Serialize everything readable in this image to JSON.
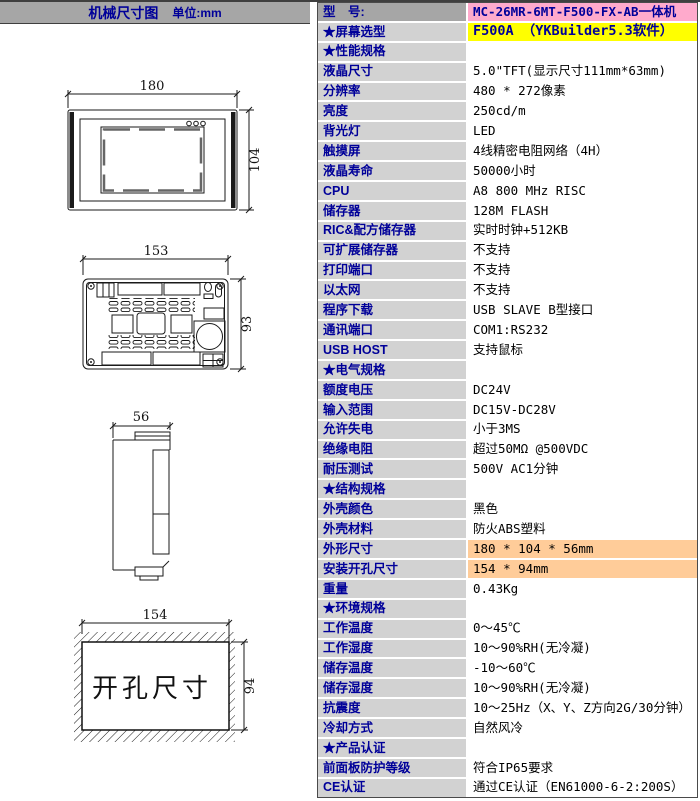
{
  "colors": {
    "header_gray": "#a6a6a6",
    "label_gray": "#d2d2d2",
    "navy": "#000099",
    "pink": "#ffaacc",
    "yellow": "#ffff00",
    "orange": "#ffcc99"
  },
  "left_panel": {
    "header": {
      "title": "机械尺寸图",
      "unit_label": "单位:mm"
    },
    "drawings": {
      "front": {
        "width_dim": "180",
        "height_dim": "104"
      },
      "rear": {
        "width_dim": "153",
        "height_dim": "93"
      },
      "side": {
        "depth_dim": "56"
      },
      "cutout": {
        "width_dim": "154",
        "height_dim": "94",
        "label": "开孔尺寸"
      }
    }
  },
  "spec_table": {
    "rows": [
      {
        "label": "型　号:",
        "value": "MC-26MR-6MT-F500-FX-AB一体机",
        "style": "model"
      },
      {
        "label": "★屏幕选型",
        "value": "F500A （YKBuilder5.3软件）",
        "style": "screen"
      },
      {
        "label": "★性能规格",
        "value": "",
        "style": "section"
      },
      {
        "label": "液晶尺寸",
        "value": "5.0\"TFT(显示尺寸111mm*63mm)",
        "style": "normal"
      },
      {
        "label": "分辨率",
        "value": "480 * 272像素",
        "style": "normal"
      },
      {
        "label": "亮度",
        "value": "250cd/m",
        "style": "normal"
      },
      {
        "label": "背光灯",
        "value": "LED",
        "style": "normal"
      },
      {
        "label": "触摸屏",
        "value": "4线精密电阻网络（4H）",
        "style": "normal"
      },
      {
        "label": "液晶寿命",
        "value": "50000小时",
        "style": "normal"
      },
      {
        "label": "CPU",
        "value": "A8 800 MHz RISC",
        "style": "normal"
      },
      {
        "label": "储存器",
        "value": "128M FLASH",
        "style": "normal"
      },
      {
        "label": "RIC&配方储存器",
        "value": "实时时钟+512KB",
        "style": "normal"
      },
      {
        "label": "可扩展储存器",
        "value": "不支持",
        "style": "normal"
      },
      {
        "label": "打印端口",
        "value": "不支持",
        "style": "normal"
      },
      {
        "label": "以太网",
        "value": "不支持",
        "style": "normal"
      },
      {
        "label": "程序下载",
        "value": "USB SLAVE B型接口",
        "style": "normal"
      },
      {
        "label": "通讯端口",
        "value": "COM1:RS232",
        "style": "normal"
      },
      {
        "label": "USB HOST",
        "value": "支持鼠标",
        "style": "normal"
      },
      {
        "label": "★电气规格",
        "value": "",
        "style": "section"
      },
      {
        "label": "额度电压",
        "value": "DC24V",
        "style": "normal"
      },
      {
        "label": "输入范围",
        "value": "DC15V-DC28V",
        "style": "normal"
      },
      {
        "label": "允许失电",
        "value": "小于3MS",
        "style": "normal"
      },
      {
        "label": "绝缘电阻",
        "value": "超过50MΩ @500VDC",
        "style": "normal"
      },
      {
        "label": "耐压测试",
        "value": "500V AC1分钟",
        "style": "normal"
      },
      {
        "label": "★结构规格",
        "value": "",
        "style": "section"
      },
      {
        "label": "外壳颜色",
        "value": "黑色",
        "style": "normal"
      },
      {
        "label": "外壳材料",
        "value": "防火ABS塑料",
        "style": "normal"
      },
      {
        "label": "外形尺寸",
        "value": "180 * 104 * 56mm",
        "style": "highlight"
      },
      {
        "label": "安装开孔尺寸",
        "value": "154 * 94mm",
        "style": "highlight"
      },
      {
        "label": "重量",
        "value": "0.43Kg",
        "style": "normal"
      },
      {
        "label": "★环境规格",
        "value": "",
        "style": "section"
      },
      {
        "label": "工作温度",
        "value": "0～45℃",
        "style": "normal"
      },
      {
        "label": "工作湿度",
        "value": "10～90%RH(无冷凝)",
        "style": "normal"
      },
      {
        "label": "储存温度",
        "value": "-10～60℃",
        "style": "normal"
      },
      {
        "label": "储存湿度",
        "value": "10～90%RH(无冷凝)",
        "style": "normal"
      },
      {
        "label": "抗震度",
        "value": "10～25Hz（X、Y、Z方向2G/30分钟）",
        "style": "normal"
      },
      {
        "label": "冷却方式",
        "value": "自然风冷",
        "style": "normal"
      },
      {
        "label": "★产品认证",
        "value": "",
        "style": "section"
      },
      {
        "label": "前面板防护等级",
        "value": "符合IP65要求",
        "style": "normal"
      },
      {
        "label": "CE认证",
        "value": "通过CE认证（EN61000-6-2:200S）",
        "style": "normal"
      }
    ]
  }
}
